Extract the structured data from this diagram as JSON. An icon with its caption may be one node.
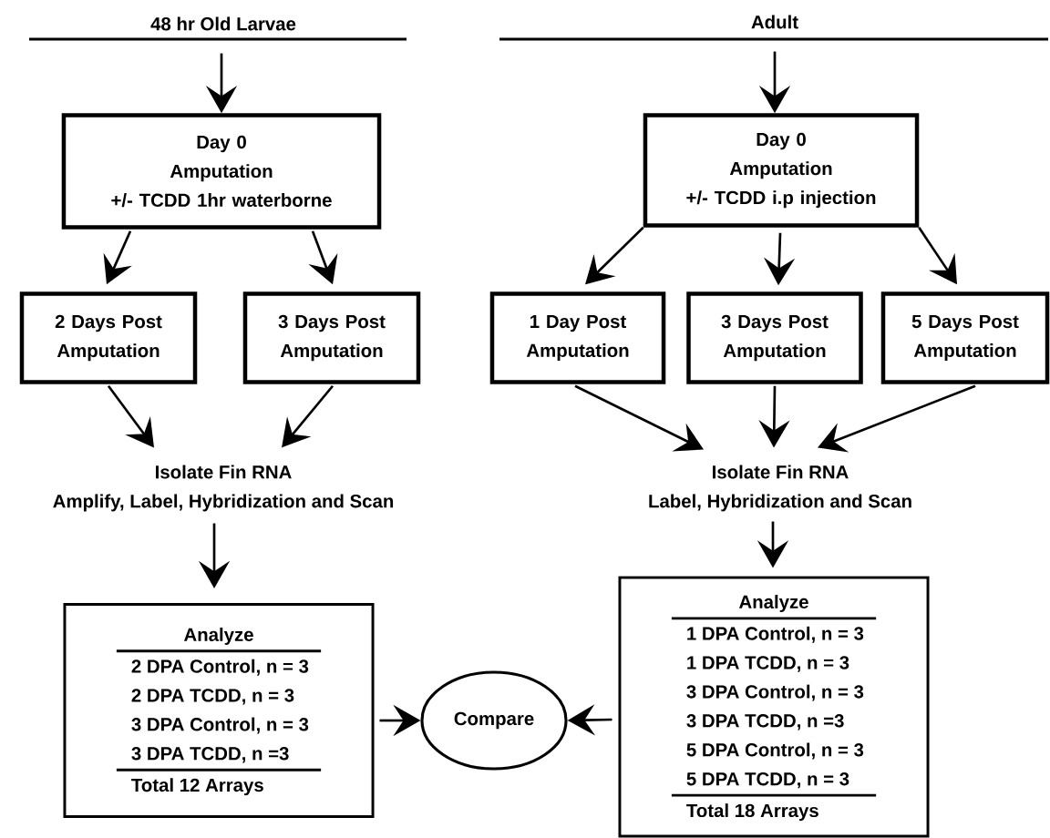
{
  "diagram": {
    "nodes": [
      {
        "text": [
          "48 hr Old Larvae"
        ]
      },
      {
        "text": [
          "Adult"
        ]
      },
      {
        "text": [
          "Day 0",
          "Amputation",
          "+/- TCDD 1hr waterborne"
        ]
      },
      {
        "text": [
          "Day 0",
          "Amputation",
          "+/- TCDD i.p injection"
        ]
      },
      {
        "text": [
          "2 Days Post Amputation"
        ]
      },
      {
        "text": [
          "3 Days Post Amputation"
        ]
      },
      {
        "text": [
          "1 Day Post Amputation"
        ]
      },
      {
        "text": [
          "3 Days Post Amputation"
        ]
      },
      {
        "text": [
          "5 Days Post Amputation"
        ]
      },
      {
        "text": [
          "Isolate Fin RNA",
          "Amplify, Label, Hybridization and Scan"
        ]
      },
      {
        "text": [
          "Isolate Fin RNA",
          "Label, Hybridization and Scan"
        ]
      },
      {
        "text": [
          "Analyze",
          "2 DPA Control, n = 3",
          "2 DPA TCDD, n = 3",
          "3 DPA Control, n = 3",
          "3 DPA TCDD, n =3",
          "Total 12 Arrays"
        ]
      },
      {
        "text": [
          "Analyze",
          "1 DPA Control, n = 3",
          "1 DPA TCDD, n = 3",
          "3 DPA Control, n = 3",
          "3 DPA TCDD, n =3",
          "5 DPA Control, n = 3",
          "5 DPA TCDD, n = 3",
          "Total 18 Arrays"
        ]
      },
      {
        "text": [
          "Compare"
        ]
      }
    ],
    "edges": [
      {
        "from": 0,
        "to": 2,
        "arrow": "to"
      },
      {
        "from": 1,
        "to": 3,
        "arrow": "to"
      },
      {
        "from": 2,
        "to": 4,
        "arrow": "to"
      },
      {
        "from": 2,
        "to": 5,
        "arrow": "to"
      },
      {
        "from": 3,
        "to": 6,
        "arrow": "to"
      },
      {
        "from": 3,
        "to": 7,
        "arrow": "to"
      },
      {
        "from": 3,
        "to": 8,
        "arrow": "to"
      },
      {
        "from": 4,
        "to": 9,
        "arrow": "to"
      },
      {
        "from": 5,
        "to": 9,
        "arrow": "to"
      },
      {
        "from": 6,
        "to": 10,
        "arrow": "to"
      },
      {
        "from": 7,
        "to": 10,
        "arrow": "to"
      },
      {
        "from": 8,
        "to": 10,
        "arrow": "to"
      },
      {
        "from": 9,
        "to": 11,
        "arrow": "to"
      },
      {
        "from": 10,
        "to": 12,
        "arrow": "to"
      },
      {
        "from": 11,
        "to": 13,
        "arrow": "to"
      },
      {
        "from": 12,
        "to": 13,
        "arrow": "to"
      }
    ]
  }
}
